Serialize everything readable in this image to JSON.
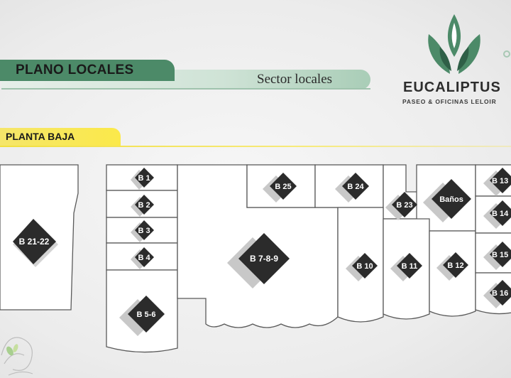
{
  "header": {
    "title": "PLANO LOCALES",
    "sector": "Sector locales"
  },
  "brand": {
    "name": "EUCALIPTUS",
    "tagline": "PASEO & OFICINAS LELOIR"
  },
  "level": {
    "label": "PLANTA BAJA"
  },
  "units": [
    {
      "id": "b1",
      "label": "B 1"
    },
    {
      "id": "b2",
      "label": "B 2"
    },
    {
      "id": "b3",
      "label": "B 3"
    },
    {
      "id": "b4",
      "label": "B 4"
    },
    {
      "id": "b56",
      "label": "B 5-6"
    },
    {
      "id": "b789",
      "label": "B 7-8-9"
    },
    {
      "id": "b10",
      "label": "B 10"
    },
    {
      "id": "b11",
      "label": "B 11"
    },
    {
      "id": "b12",
      "label": "B 12"
    },
    {
      "id": "b13",
      "label": "B 13"
    },
    {
      "id": "b14",
      "label": "B 14"
    },
    {
      "id": "b15",
      "label": "B 15"
    },
    {
      "id": "b16",
      "label": "B 16"
    },
    {
      "id": "b2122",
      "label": "B 21-22"
    },
    {
      "id": "b23",
      "label": "B 23"
    },
    {
      "id": "b24",
      "label": "B 24"
    },
    {
      "id": "b25",
      "label": "B 25"
    },
    {
      "id": "banos",
      "label": "Baños"
    }
  ],
  "colors": {
    "brand_green": "#4c8a68",
    "highlight_yellow": "#fbe94a",
    "marker_dark": "#2b2b2b"
  }
}
